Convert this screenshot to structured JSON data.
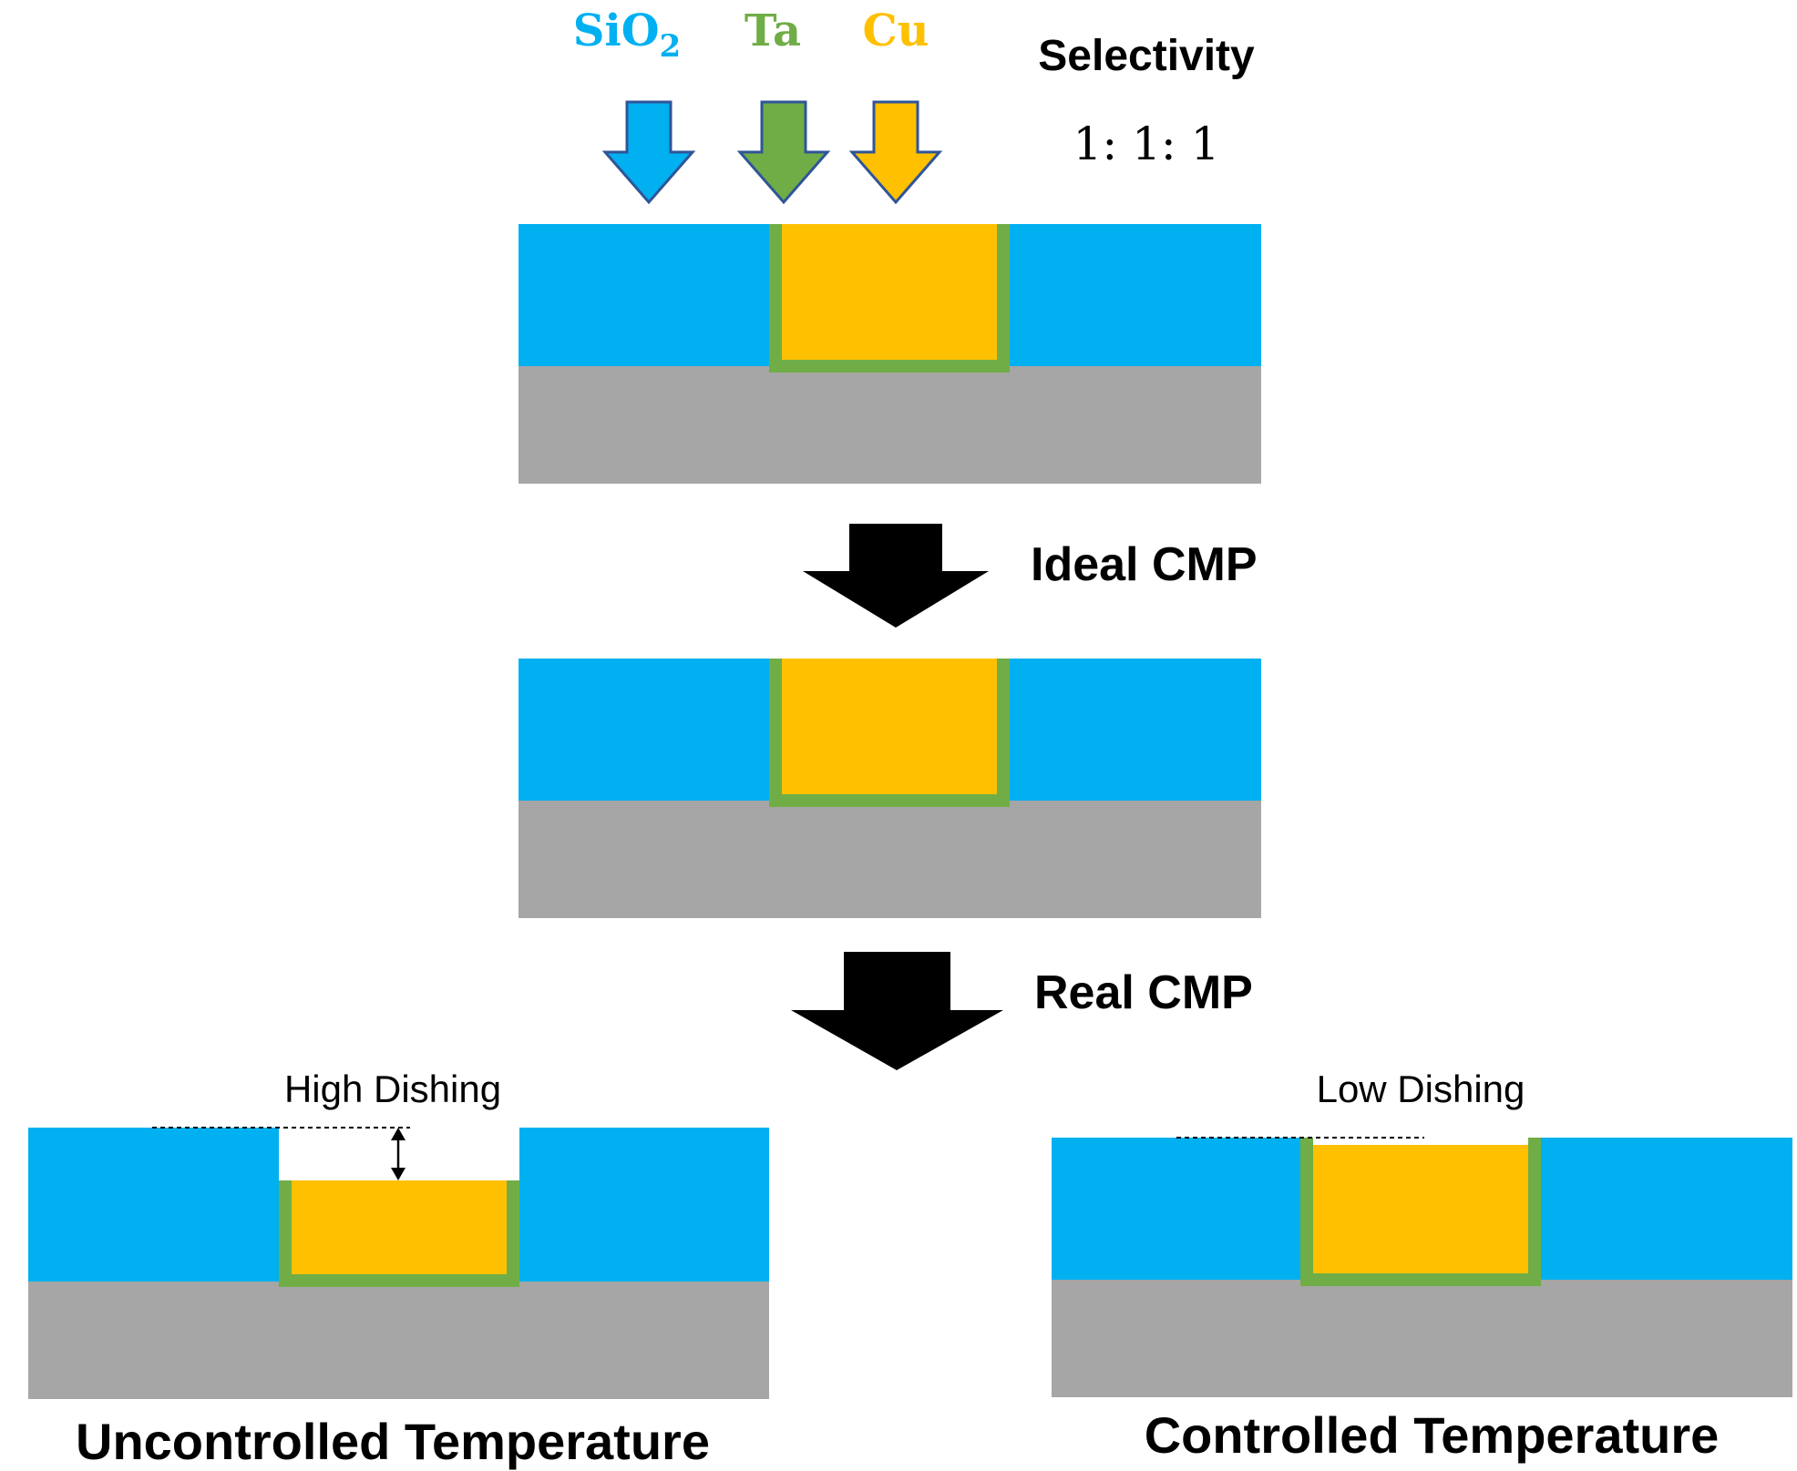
{
  "materials": {
    "sio2": {
      "label": "SiO",
      "subscript": "2",
      "color": "#00B0F0"
    },
    "ta": {
      "label": "Ta",
      "color": "#70AD47"
    },
    "cu": {
      "label": "Cu",
      "color": "#FFC000"
    },
    "substrate_color": "#A6A6A6"
  },
  "selectivity": {
    "title": "Selectivity",
    "ratio": "1: 1: 1"
  },
  "steps": {
    "ideal": "Ideal CMP",
    "real": "Real CMP"
  },
  "outcomes": {
    "uncontrolled": {
      "dishing_label": "High Dishing",
      "caption": "Uncontrolled Temperature"
    },
    "controlled": {
      "dishing_label": "Low Dishing",
      "caption": "Controlled Temperature"
    }
  }
}
